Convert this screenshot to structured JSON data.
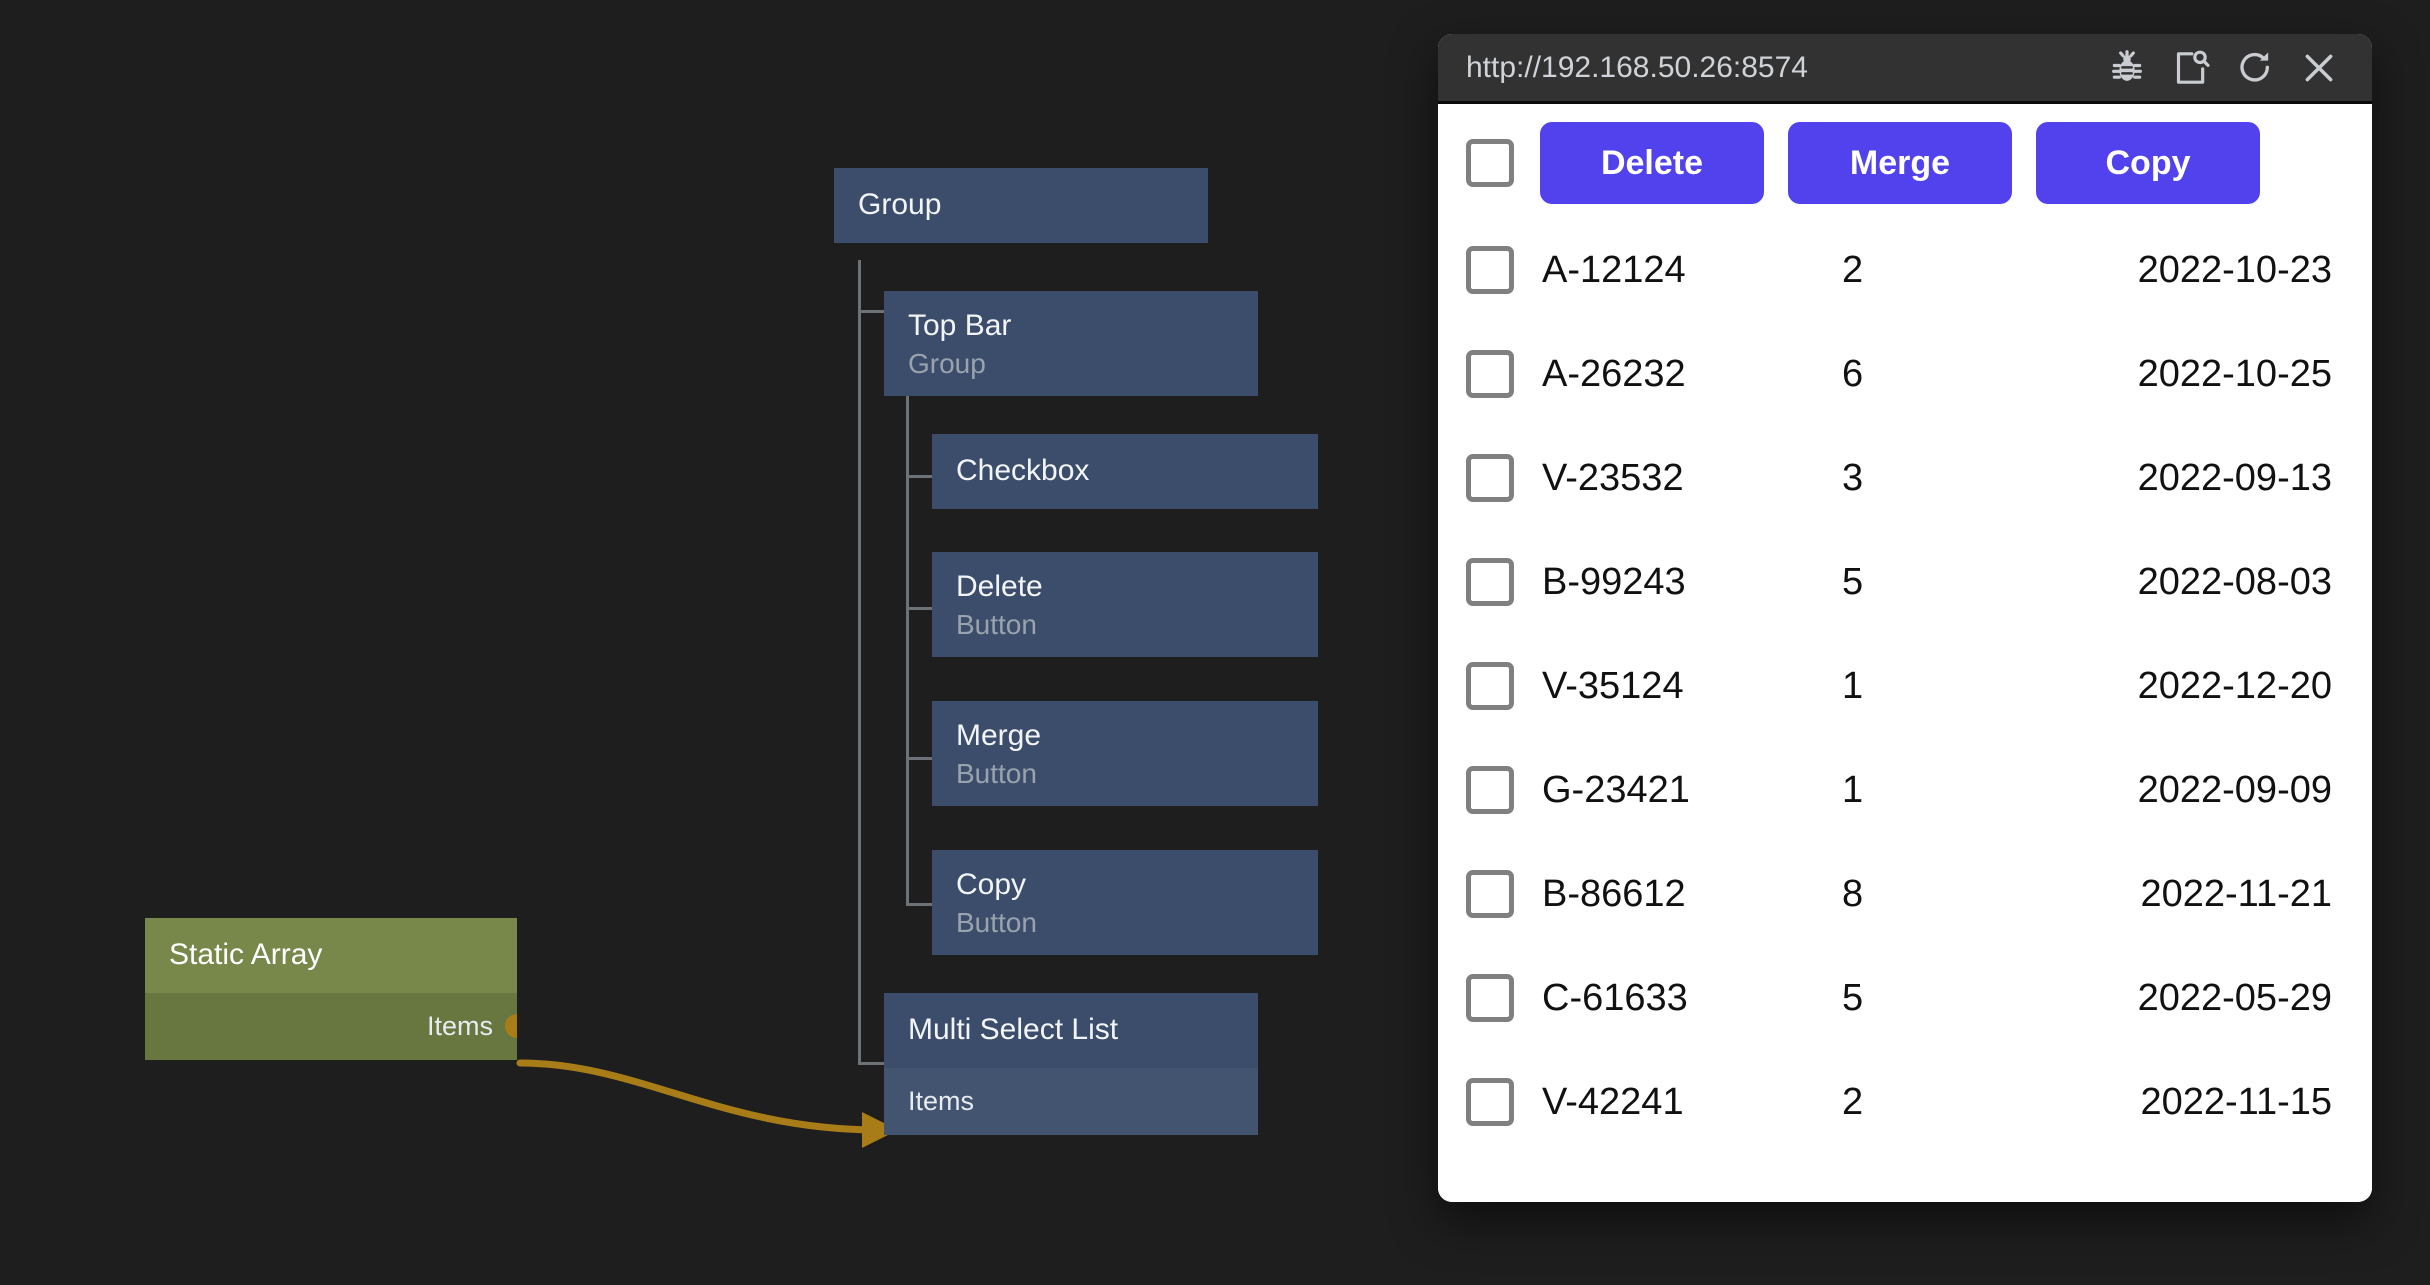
{
  "canvas": {
    "background": "#1e1e1e",
    "node_color": "#3b4d6b",
    "data_node_color": "#6f7e44",
    "wire_color": "#a87d17"
  },
  "tree": {
    "root": {
      "title": "Group",
      "subtitle": ""
    },
    "children": [
      {
        "title": "Top Bar",
        "subtitle": "Group"
      },
      {
        "title": "Checkbox",
        "subtitle": ""
      },
      {
        "title": "Delete",
        "subtitle": "Button"
      },
      {
        "title": "Merge",
        "subtitle": "Button"
      },
      {
        "title": "Copy",
        "subtitle": "Button"
      },
      {
        "title": "Multi Select List",
        "subtitle": "",
        "port_in": "Items"
      }
    ]
  },
  "data_node": {
    "title": "Static Array",
    "port_out": "Items"
  },
  "browser": {
    "url": "http://192.168.50.26:8574",
    "icons": [
      {
        "name": "bug-icon",
        "label": "Debug"
      },
      {
        "name": "page-inspect-icon",
        "label": "Inspect"
      },
      {
        "name": "refresh-icon",
        "label": "Reload"
      },
      {
        "name": "close-icon",
        "label": "Close"
      }
    ],
    "toolbar": {
      "select_all_checkbox": "",
      "buttons": [
        "Delete",
        "Merge",
        "Copy"
      ],
      "button_color": "#5142ee"
    },
    "table": {
      "columns": [
        "select",
        "id",
        "quantity",
        "date"
      ],
      "rows": [
        {
          "id": "A-12124",
          "qty": "2",
          "date": "2022-10-23"
        },
        {
          "id": "A-26232",
          "qty": "6",
          "date": "2022-10-25"
        },
        {
          "id": "V-23532",
          "qty": "3",
          "date": "2022-09-13"
        },
        {
          "id": "B-99243",
          "qty": "5",
          "date": "2022-08-03"
        },
        {
          "id": "V-35124",
          "qty": "1",
          "date": "2022-12-20"
        },
        {
          "id": "G-23421",
          "qty": "1",
          "date": "2022-09-09"
        },
        {
          "id": "B-86612",
          "qty": "8",
          "date": "2022-11-21"
        },
        {
          "id": "C-61633",
          "qty": "5",
          "date": "2022-05-29"
        },
        {
          "id": "V-42241",
          "qty": "2",
          "date": "2022-11-15"
        }
      ]
    }
  }
}
